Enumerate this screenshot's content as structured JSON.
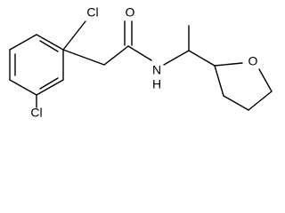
{
  "molecule": {
    "labels": {
      "cl_top": "Cl",
      "cl_bottom": "Cl",
      "carbonyl_o": "O",
      "amide_nh": "N\nH",
      "ring_o": "O"
    }
  },
  "colors": {
    "bond": "#000000",
    "background": "#ffffff"
  }
}
